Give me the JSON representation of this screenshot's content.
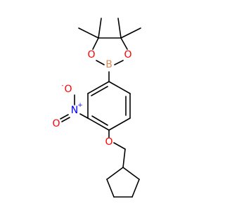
{
  "atoms": {
    "boron": {
      "label": "B",
      "color": "#E08A5A"
    },
    "ring_oxygen_left": {
      "label": "O",
      "color": "#FF0000"
    },
    "ring_oxygen_right": {
      "label": "O",
      "color": "#FF0000"
    },
    "nitro_nitrogen": {
      "label": "N",
      "color": "#0000FF",
      "charge": "+"
    },
    "nitro_oxygen": {
      "label": "O",
      "color": "#FF0000",
      "charge": "-"
    },
    "ether_oxygen": {
      "label": "O",
      "color": "#FF0000"
    }
  },
  "colors": {
    "bond": "#000000",
    "background": "#FFFFFF"
  }
}
